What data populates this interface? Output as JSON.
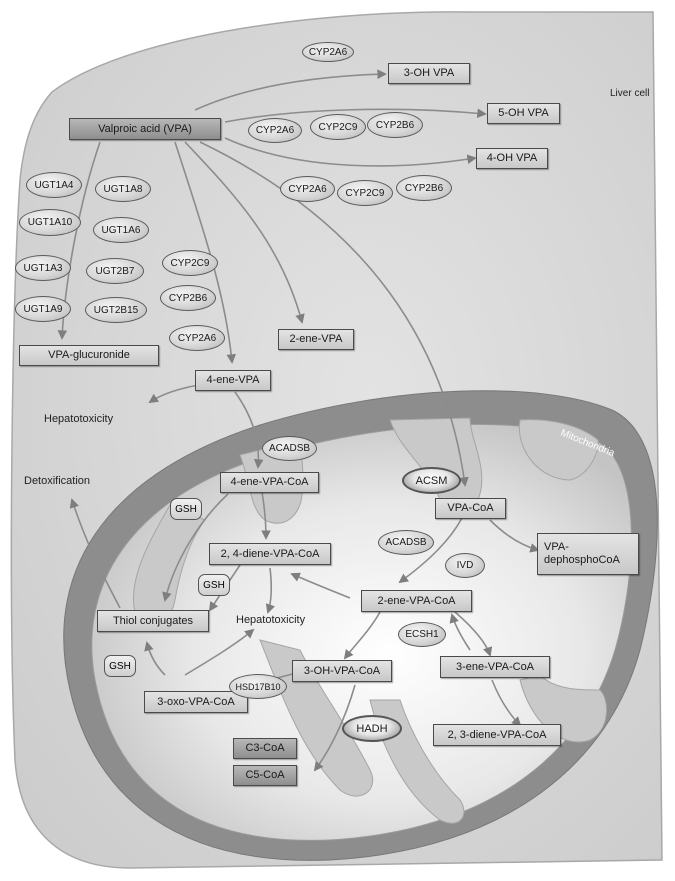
{
  "labels": {
    "liver_cell": "Liver cell",
    "mitochondria": "Mitochondria",
    "hepatotoxicity": "Hepatotoxicity",
    "detoxification": "Detoxification"
  },
  "metabolites": {
    "vpa": "Valproic acid (VPA)",
    "oh3": "3-OH VPA",
    "oh5": "5-OH VPA",
    "oh4": "4-OH VPA",
    "glucuronide": "VPA-glucuronide",
    "ene2": "2-ene-VPA",
    "ene4": "4-ene-VPA",
    "ene4coa": "4-ene-VPA-CoA",
    "diene24coa": "2, 4-diene-VPA-CoA",
    "vpacoa": "VPA-CoA",
    "dephospho": "VPA-dephosphoCoA",
    "ene2coa": "2-ene-VPA-CoA",
    "thiol": "Thiol conjugates",
    "oh3coa": "3-OH-VPA-CoA",
    "ene3coa": "3-ene-VPA-CoA",
    "oxo3coa": "3-oxo-VPA-CoA",
    "diene23coa": "2, 3-diene-VPA-CoA",
    "c3coa": "C3-CoA",
    "c5coa": "C5-CoA"
  },
  "enzymes": {
    "cyp2a6_top": "CYP2A6",
    "cyp2a6_r1": "CYP2A6",
    "cyp2c9_r1": "CYP2C9",
    "cyp2b6_r1": "CYP2B6",
    "cyp2a6_r2": "CYP2A6",
    "cyp2c9_r2": "CYP2C9",
    "cyp2b6_r2": "CYP2B6",
    "ugt1a4": "UGT1A4",
    "ugt1a8": "UGT1A8",
    "ugt1a10": "UGT1A10",
    "ugt1a6": "UGT1A6",
    "ugt1a3": "UGT1A3",
    "ugt2b7": "UGT2B7",
    "ugt1a9": "UGT1A9",
    "ugt2b15": "UGT2B15",
    "cyp2c9_c": "CYP2C9",
    "cyp2b6_c": "CYP2B6",
    "cyp2a6_c": "CYP2A6",
    "acadsb1": "ACADSB",
    "acsm": "ACSM",
    "acadsb2": "ACADSB",
    "ivd": "IVD",
    "ecsh1": "ECSH1",
    "hsd17b10": "HSD17B10",
    "hadh": "HADH",
    "gsh1": "GSH",
    "gsh2": "GSH",
    "gsh3": "GSH"
  },
  "colors": {
    "cell_fill": "#dcdcdc",
    "mito_outer": "#8a8a8a",
    "mito_inner": "#f2f2f2",
    "arrow": "#8c8c8c"
  }
}
